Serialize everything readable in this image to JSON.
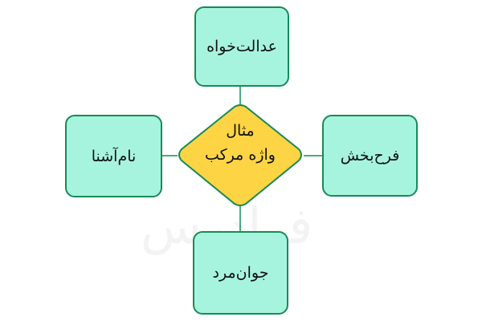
{
  "diagram": {
    "center": {
      "line1": "مثال",
      "line2": "واژه مرکب",
      "fill": "#fdd444",
      "stroke": "#188a57"
    },
    "nodes": {
      "top": "عدالت‌خواه",
      "left": "نام‌آشنا",
      "right": "فرح‌بخش",
      "bottom": "جوان‌مرد"
    },
    "colors": {
      "node_fill": "#a6f4de",
      "node_stroke": "#188a57",
      "connector": "#188a57"
    }
  },
  "watermark": {
    "text": "فرادرس"
  }
}
